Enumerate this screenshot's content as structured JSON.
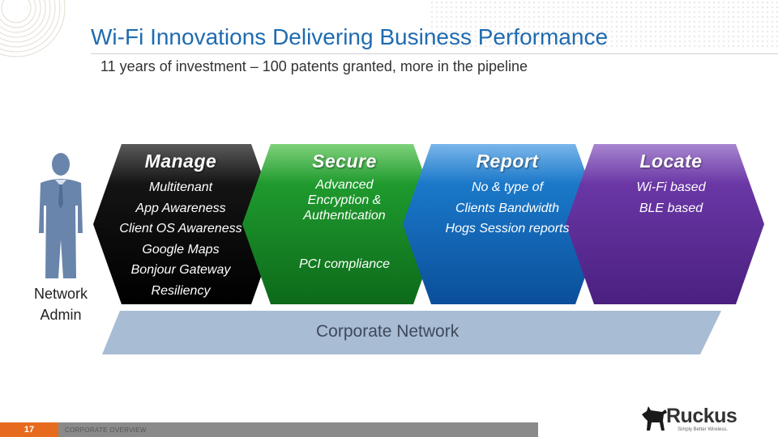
{
  "slide": {
    "title": "Wi-Fi Innovations Delivering Business Performance",
    "subtitle": "11 years of investment – 100 patents granted, more in the pipeline"
  },
  "actor": {
    "icon": "person-icon",
    "label_line1": "Network",
    "label_line2": "Admin"
  },
  "columns": [
    {
      "heading": "Manage",
      "color": "#1c1c1c",
      "items": [
        "Multitenant",
        "App Awareness",
        "Client OS Awareness",
        "Google Maps",
        "Bonjour Gateway",
        "Resiliency"
      ]
    },
    {
      "heading": "Secure",
      "color": "#1f8a2e",
      "items": [
        "Advanced",
        "Encryption &",
        "Authentication"
      ],
      "extra": "PCI compliance"
    },
    {
      "heading": "Report",
      "color": "#1464b4",
      "items": [
        "No & type of",
        "Clients Bandwidth",
        "Hogs Session reports"
      ]
    },
    {
      "heading": "Locate",
      "color": "#5b2d8e",
      "items": [
        "Wi-Fi based",
        "BLE based"
      ]
    }
  ],
  "network_band": {
    "label": "Corporate Network",
    "color": "#a8bcd4"
  },
  "footer": {
    "page_number": "17",
    "section": "CORPORATE OVERVIEW",
    "accent": "#e66b1e"
  },
  "logo": {
    "wordmark": "Ruckus",
    "tagline": "Simply Better Wireless."
  }
}
